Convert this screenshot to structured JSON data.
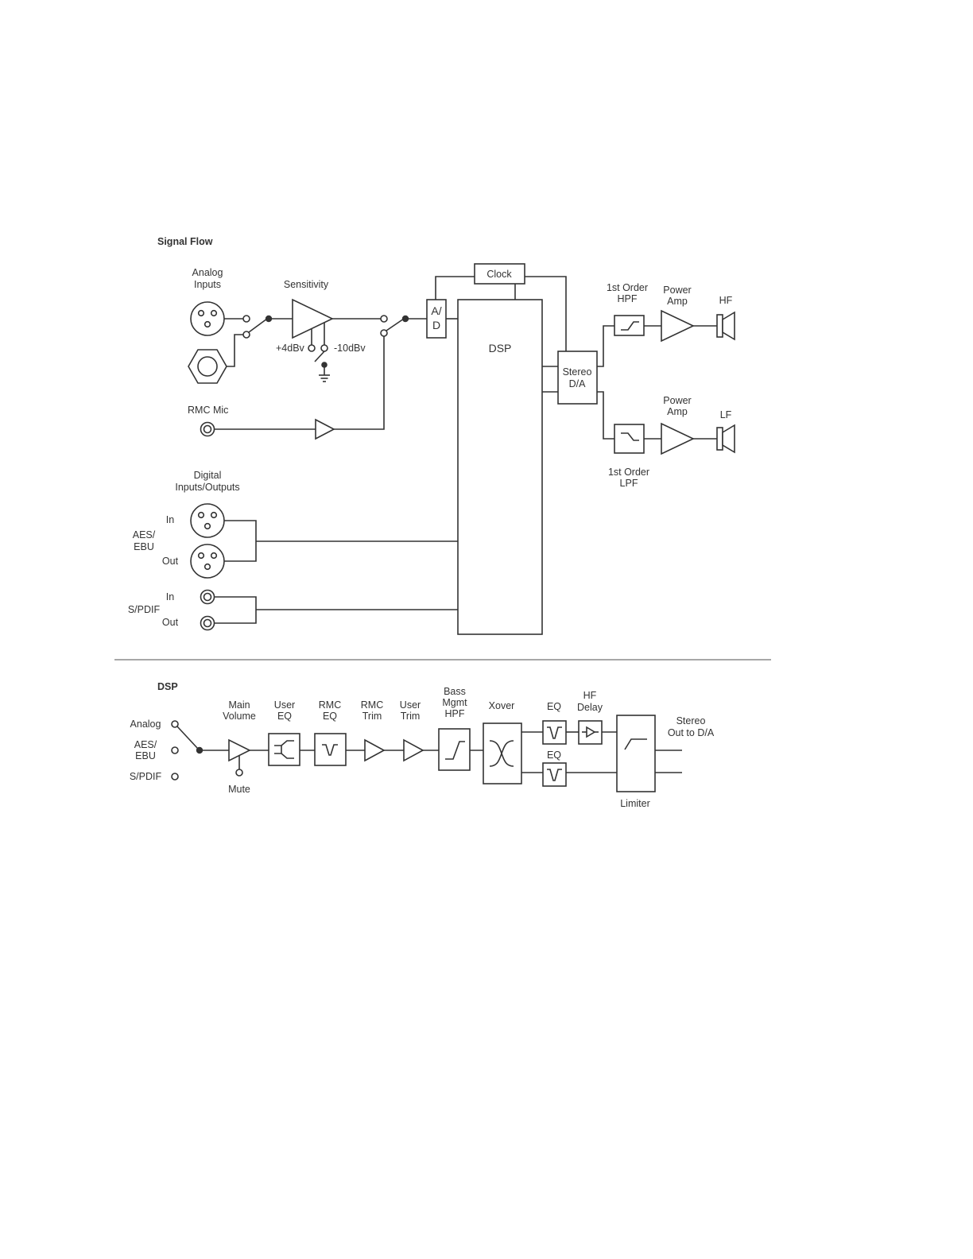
{
  "signal_flow": {
    "title": "Signal Flow",
    "analog_inputs": [
      "Analog",
      "Inputs"
    ],
    "sensitivity": "Sensitivity",
    "plus4": "+4dBv",
    "minus10": "-10dBv",
    "rmc_mic": "RMC Mic",
    "digital_io": [
      "Digital",
      "Inputs/Outputs"
    ],
    "aes_ebu": [
      "AES/",
      "EBU"
    ],
    "spdif": "S/PDIF",
    "in": "In",
    "out": "Out",
    "clock": "Clock",
    "ad": [
      "A/",
      "D"
    ],
    "dsp": "DSP",
    "stereo_da": [
      "Stereo",
      "D/A"
    ],
    "hpf": [
      "1st Order",
      "HPF"
    ],
    "lpf": [
      "1st Order",
      "LPF"
    ],
    "power_amp": [
      "Power",
      "Amp"
    ],
    "hf": "HF",
    "lf": "LF"
  },
  "dsp_chain": {
    "title": "DSP",
    "inputs": [
      "Analog",
      "AES/",
      "EBU",
      "S/PDIF"
    ],
    "main_volume": [
      "Main",
      "Volume"
    ],
    "mute": "Mute",
    "user_eq": [
      "User",
      "EQ"
    ],
    "rmc_eq": [
      "RMC",
      "EQ"
    ],
    "rmc_trim": [
      "RMC",
      "Trim"
    ],
    "user_trim": [
      "User",
      "Trim"
    ],
    "bass_mgmt": [
      "Bass",
      "Mgmt",
      "HPF"
    ],
    "xover": "Xover",
    "eq": "EQ",
    "hf_delay": [
      "HF",
      "Delay"
    ],
    "limiter": "Limiter",
    "stereo_out": [
      "Stereo",
      "Out to D/A"
    ]
  },
  "colors": {
    "ink": "#333333",
    "separator": "#8a8a8a",
    "background": "#ffffff"
  }
}
